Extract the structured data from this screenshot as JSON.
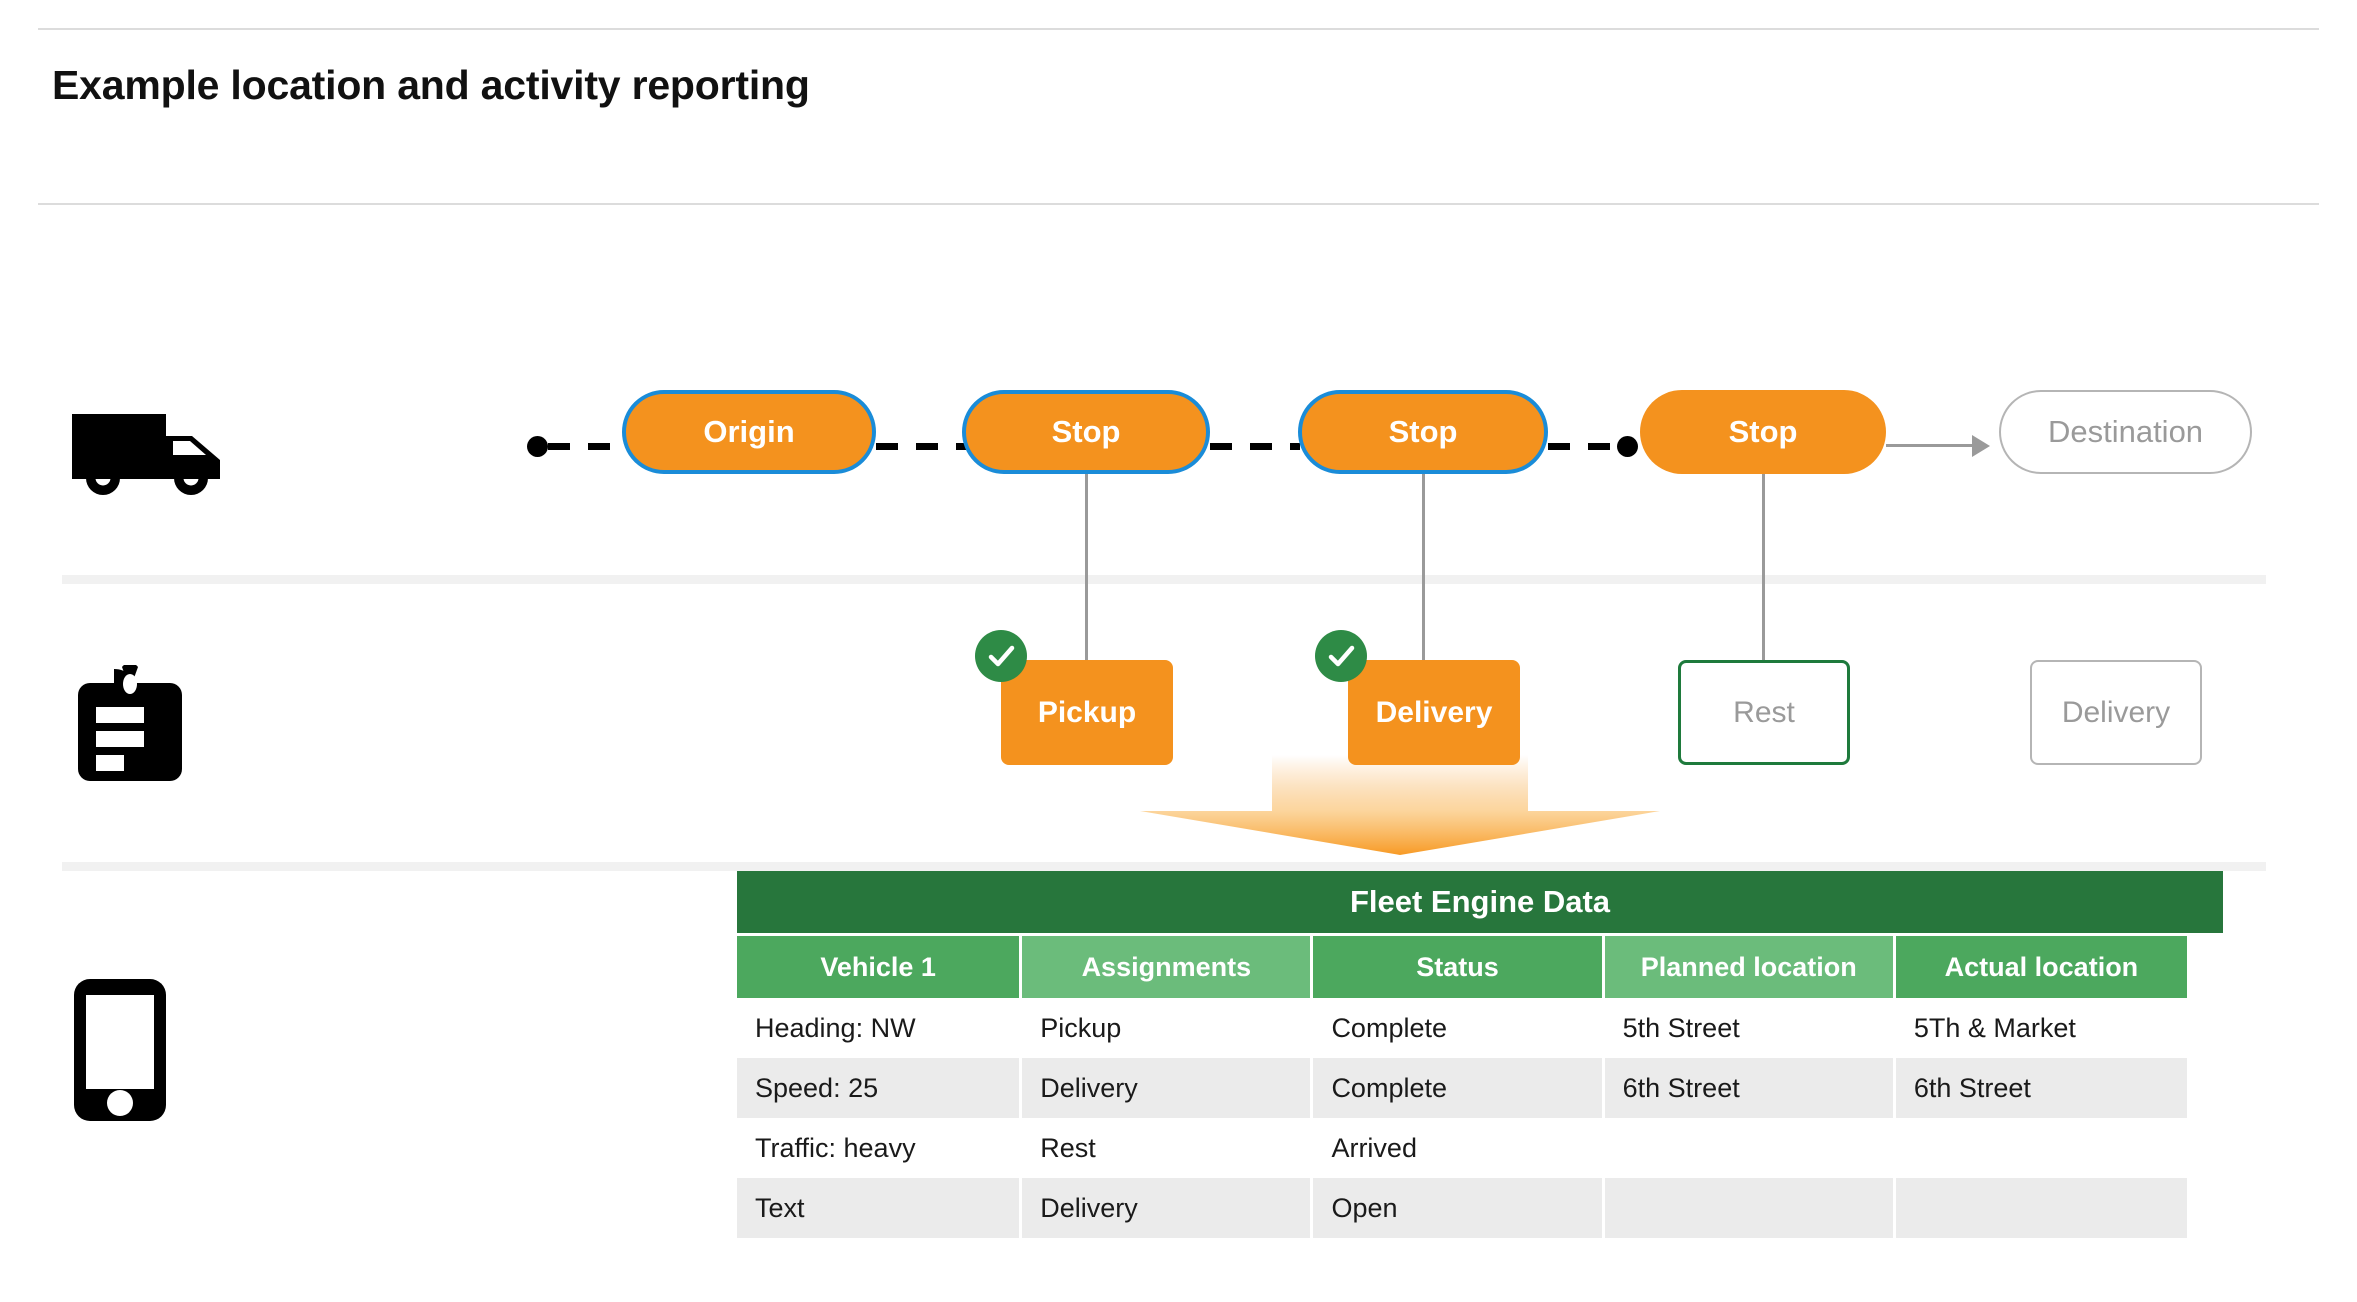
{
  "page": {
    "title": "Example location and activity reporting"
  },
  "rails": [
    {
      "icon": "truck-icon",
      "name": "vehicle-row-icon"
    },
    {
      "icon": "clipboard-icon",
      "name": "activity-row-icon"
    },
    {
      "icon": "mobile-phone-icon",
      "name": "device-row-icon"
    }
  ],
  "route": {
    "nodes": [
      {
        "label": "Origin",
        "style": "filled-bordered"
      },
      {
        "label": "Stop",
        "style": "filled-bordered"
      },
      {
        "label": "Stop",
        "style": "filled-bordered"
      },
      {
        "label": "Stop",
        "style": "filled"
      },
      {
        "label": "Destination",
        "style": "ghost"
      }
    ]
  },
  "activities": [
    {
      "label": "Pickup",
      "style": "filled",
      "checked": true
    },
    {
      "label": "Delivery",
      "style": "filled",
      "checked": true
    },
    {
      "label": "Rest",
      "style": "green-outline",
      "checked": false
    },
    {
      "label": "Delivery",
      "style": "gray-outline",
      "checked": false
    }
  ],
  "table": {
    "title": "Fleet Engine Data",
    "columns": [
      "Vehicle 1",
      "Assignments",
      "Status",
      "Planned location",
      "Actual location"
    ],
    "rows": [
      [
        "Heading: NW",
        "Pickup",
        "Complete",
        "5th Street",
        "5Th & Market"
      ],
      [
        "Speed: 25",
        "Delivery",
        "Complete",
        "6th Street",
        "6th Street"
      ],
      [
        "Traffic: heavy",
        "Rest",
        "Arrived",
        "",
        ""
      ],
      [
        "Text",
        "Delivery",
        "Open",
        "",
        ""
      ]
    ]
  },
  "colors": {
    "orange": "#F4921E",
    "blue_border": "#1A8CD8",
    "dark_green": "#27763C",
    "header_green_dark": "#4CA85E",
    "header_green_light": "#6BBC7B",
    "check_green": "#2E8B46",
    "rest_border_green": "#1E7A3C",
    "ghost_gray": "#9a9a9a",
    "row_alt": "#ebebeb"
  }
}
